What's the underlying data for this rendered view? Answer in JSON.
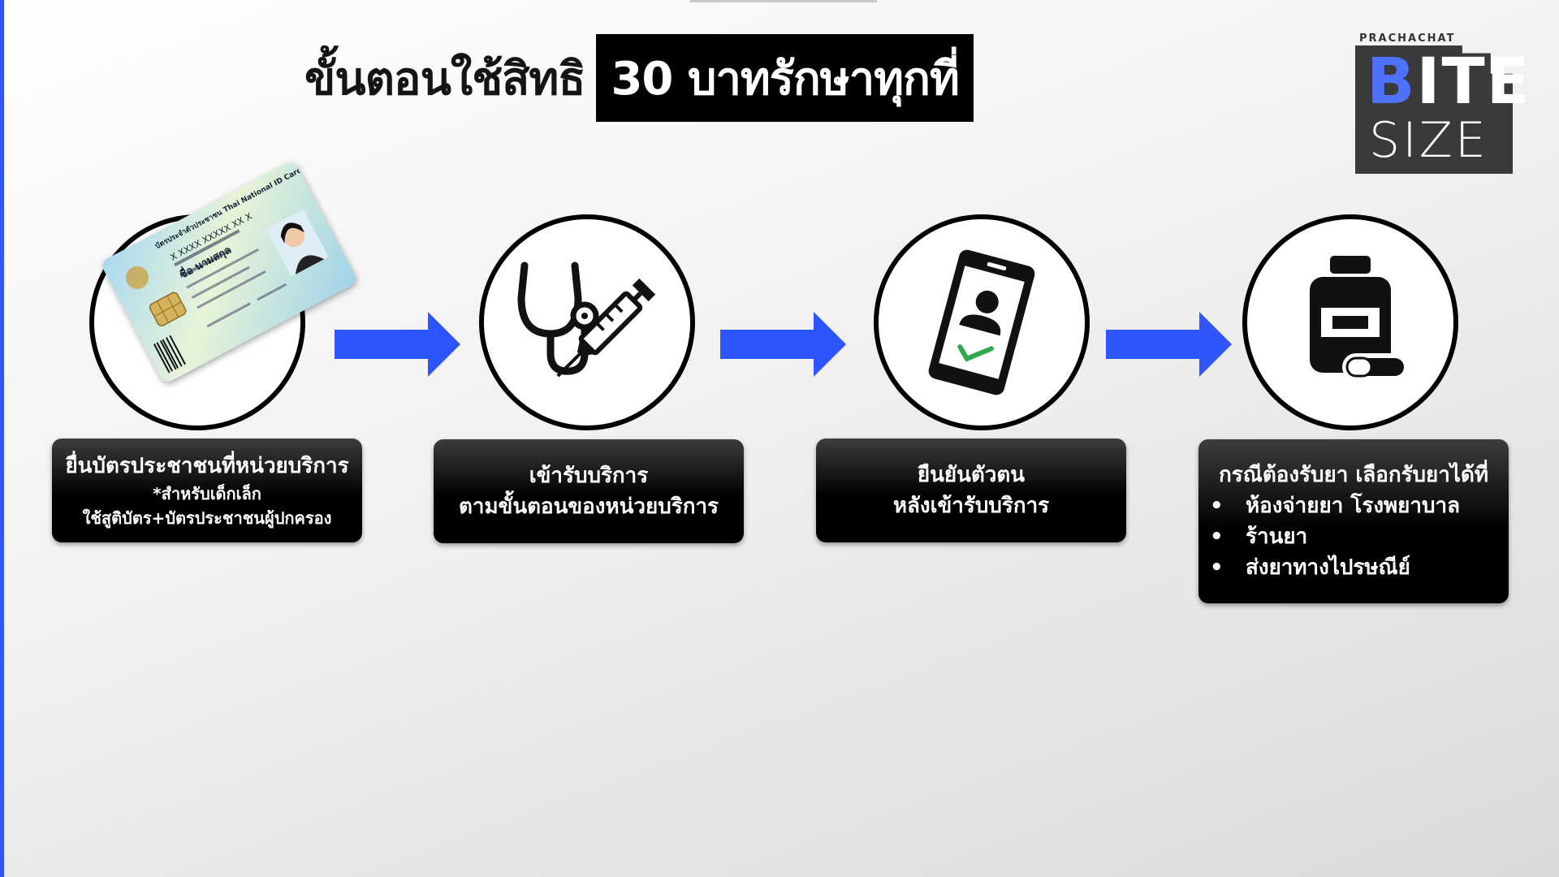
{
  "title": {
    "plain": "ขั้นตอนใช้สิทธิ",
    "highlight": "30 บาทรักษาทุกที่"
  },
  "logo": {
    "publisher": "PRACHACHAT",
    "word1": "BITE",
    "word2": "SIZE"
  },
  "idcard": {
    "title": "บัตรประจำตัวประชาชน Thai National ID Card",
    "name": "ชื่อ นามสกุล",
    "number": "X XXXX XXXXX XX X"
  },
  "steps": [
    {
      "icon": "id-card-icon",
      "lines": [
        "ยื่นบัตรประชาชนที่หน่วยบริการ"
      ],
      "sub": [
        "*สำหรับเด็กเล็ก",
        "ใช้สูติบัตร+บัตรประชาชนผู้ปกครอง"
      ]
    },
    {
      "icon": "stethoscope-syringe-icon",
      "lines": [
        "เข้ารับบริการ",
        "ตามขั้นตอนของหน่วยบริการ"
      ]
    },
    {
      "icon": "phone-verify-icon",
      "lines": [
        "ยืนยันตัวตน",
        "หลังเข้ารับบริการ"
      ]
    },
    {
      "icon": "medicine-bottle-icon",
      "lines": [
        "กรณีต้องรับยา เลือกรับยาได้ที่"
      ],
      "bullets": [
        "ห้องจ่ายยา โรงพยาบาล",
        "ร้านยา",
        "ส่งยาทางไปรษณีย์"
      ]
    }
  ],
  "colors": {
    "arrow": "#2f55ff",
    "box": "#000000",
    "accent": "#4f71ff"
  }
}
